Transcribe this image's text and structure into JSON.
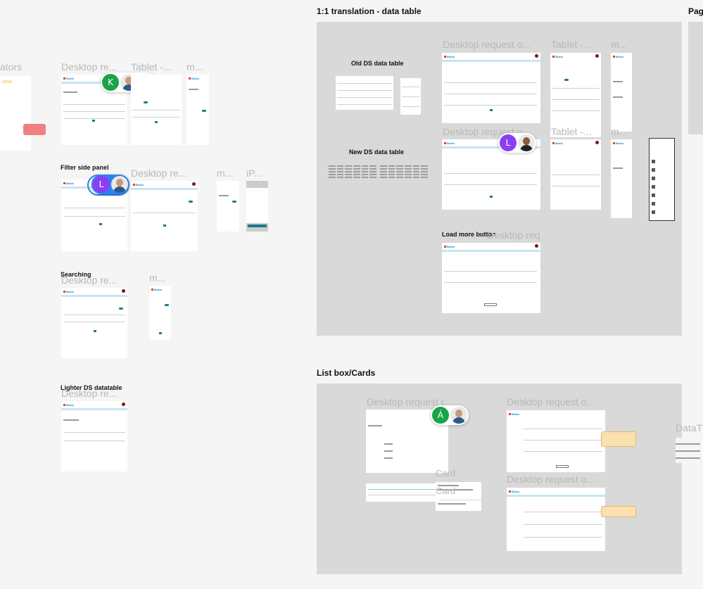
{
  "sections": {
    "translation_title": "1:1 translation - data table",
    "list_title": "List box/Cards",
    "page_title_partial": "Pag",
    "datat_partial": "DataT",
    "ators_partial": "ators",
    "filter_side_panel": "Filter side panel",
    "searching": "Searching",
    "lighter_ds": "Lighter DS datatable"
  },
  "labels": {
    "old_ds": "Old DS data table",
    "new_ds": "New DS data table",
    "load_more": "Load more button",
    "card_1": "Card",
    "card_2": "Card"
  },
  "frame_labels": {
    "desktop_re_1": "Desktop re...",
    "tablet_1": "Tablet -...",
    "m_1": "m...",
    "desktop_re_2": "Desktop re...",
    "m_2": "m...",
    "ip_1": "iP...",
    "desktop_re_3": "Desktop re...",
    "m_3": "m...",
    "desktop_re_4": "Desktop re...",
    "desktop_request_1": "Desktop request o...",
    "tablet_2": "Tablet -...",
    "m_4": "m...",
    "desktop_request_2": "Desktop request o...",
    "tablet_3": "Tablet -...",
    "m_5": "m...",
    "desktop_request_3": "Desktop request o...",
    "desktop_request_4": "Desktop request o...",
    "desktop_request_5": "Desktop request o...",
    "desktop_request_6": "Desktop request o..."
  },
  "thumb_brand": "Bokio",
  "presence": {
    "k": "K",
    "l1": "L",
    "l2": "L",
    "a": "Á"
  },
  "colors": {
    "canvas": "#f5f5f5",
    "section_bg": "#d9d9d9",
    "avatar_green": "#1aa34a",
    "avatar_purple": "#8a3ff2",
    "selection_blue": "#2f80ed",
    "sticky_yellow": "#fbe7a8",
    "sticky_red": "#f08080"
  }
}
